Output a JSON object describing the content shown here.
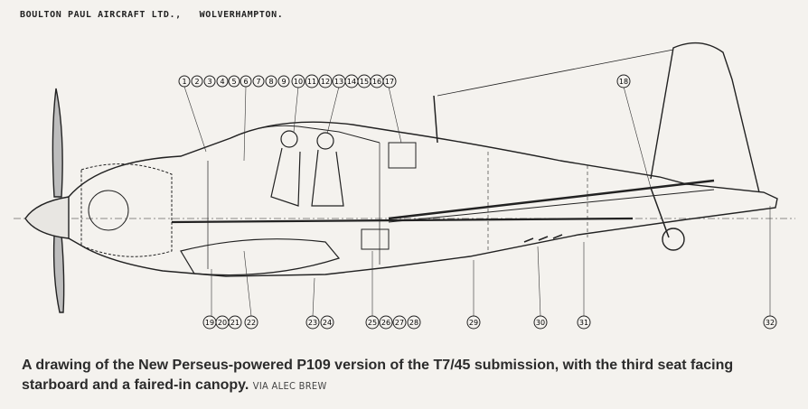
{
  "header": {
    "company": "BOULTON PAUL AIRCRAFT LTD.,",
    "city": "WOLVERHAMPTON."
  },
  "drawing": {
    "top_callouts": [
      "1",
      "2",
      "3",
      "4",
      "5",
      "6",
      "7",
      "8",
      "9",
      "10",
      "11",
      "12",
      "13",
      "14",
      "15",
      "16",
      "17"
    ],
    "tail_callout": "18",
    "bottom_callouts": [
      "19",
      "20",
      "21",
      "22",
      "23",
      "24",
      "25",
      "26",
      "27",
      "28",
      "29",
      "30",
      "31",
      "32"
    ]
  },
  "caption": {
    "text": "A drawing of the New Perseus-powered P109 version of the T7/45 submission, with the third seat facing starboard and a faired-in canopy.",
    "credit": "VIA ALEC BREW"
  }
}
